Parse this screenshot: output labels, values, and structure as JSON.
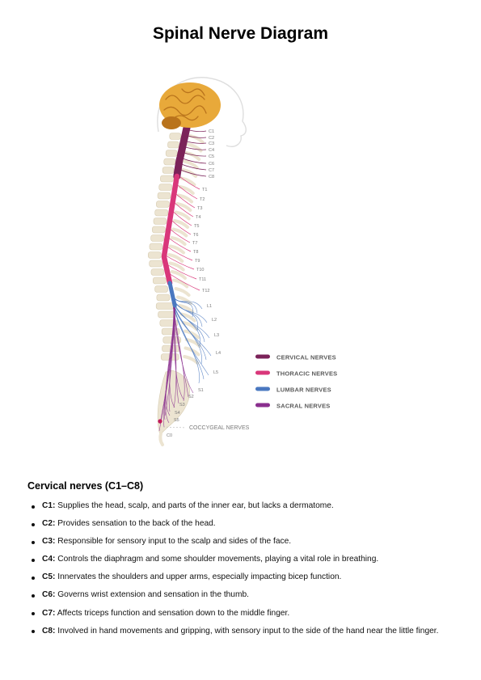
{
  "title": "Spinal Nerve Diagram",
  "diagram": {
    "vertebra_labels": {
      "cervical": [
        "C1",
        "C2",
        "C3",
        "C4",
        "C5",
        "C6",
        "C7",
        "C8"
      ],
      "thoracic": [
        "T1",
        "T2",
        "T3",
        "T4",
        "T5",
        "T6",
        "T7",
        "T8",
        "T9",
        "T10",
        "T11",
        "T12"
      ],
      "lumbar": [
        "L1",
        "L2",
        "L3",
        "L4",
        "L5"
      ],
      "sacral": [
        "S1",
        "S2",
        "S3",
        "S4",
        "S5"
      ],
      "coccygeal": [
        "C0"
      ]
    },
    "coccygeal_label": "COCCYGEAL NERVES",
    "legend": [
      {
        "label": "CERVICAL NERVES",
        "color": "#7b2259"
      },
      {
        "label": "THORACIC NERVES",
        "color": "#d9377a"
      },
      {
        "label": "LUMBAR NERVES",
        "color": "#4a78c0"
      },
      {
        "label": "SACRAL NERVES",
        "color": "#8a2f8e"
      }
    ],
    "colors": {
      "brain": "#e8a93a",
      "brain_fold": "#b9731c",
      "bone": "#ece4d1",
      "bone_edge": "#d6cbb0",
      "head_outline": "#dedede"
    }
  },
  "section": {
    "heading": "Cervical nerves (C1–C8)",
    "items": [
      {
        "term": "C1:",
        "text": "Supplies the head, scalp, and parts of the inner ear, but lacks a dermatome."
      },
      {
        "term": "C2:",
        "text": "Provides sensation to the back of the head."
      },
      {
        "term": "C3:",
        "text": "Responsible for sensory input to the scalp and sides of the face."
      },
      {
        "term": "C4:",
        "text": "Controls the diaphragm and some shoulder movements, playing a vital role in breathing."
      },
      {
        "term": "C5:",
        "text": "Innervates the shoulders and upper arms, especially impacting bicep function."
      },
      {
        "term": "C6:",
        "text": "Governs wrist extension and sensation in the thumb."
      },
      {
        "term": "C7:",
        "text": "Affects triceps function and sensation down to the middle finger."
      },
      {
        "term": "C8:",
        "text": "Involved in hand movements and gripping, with sensory input to the side of the hand near the little finger."
      }
    ]
  }
}
